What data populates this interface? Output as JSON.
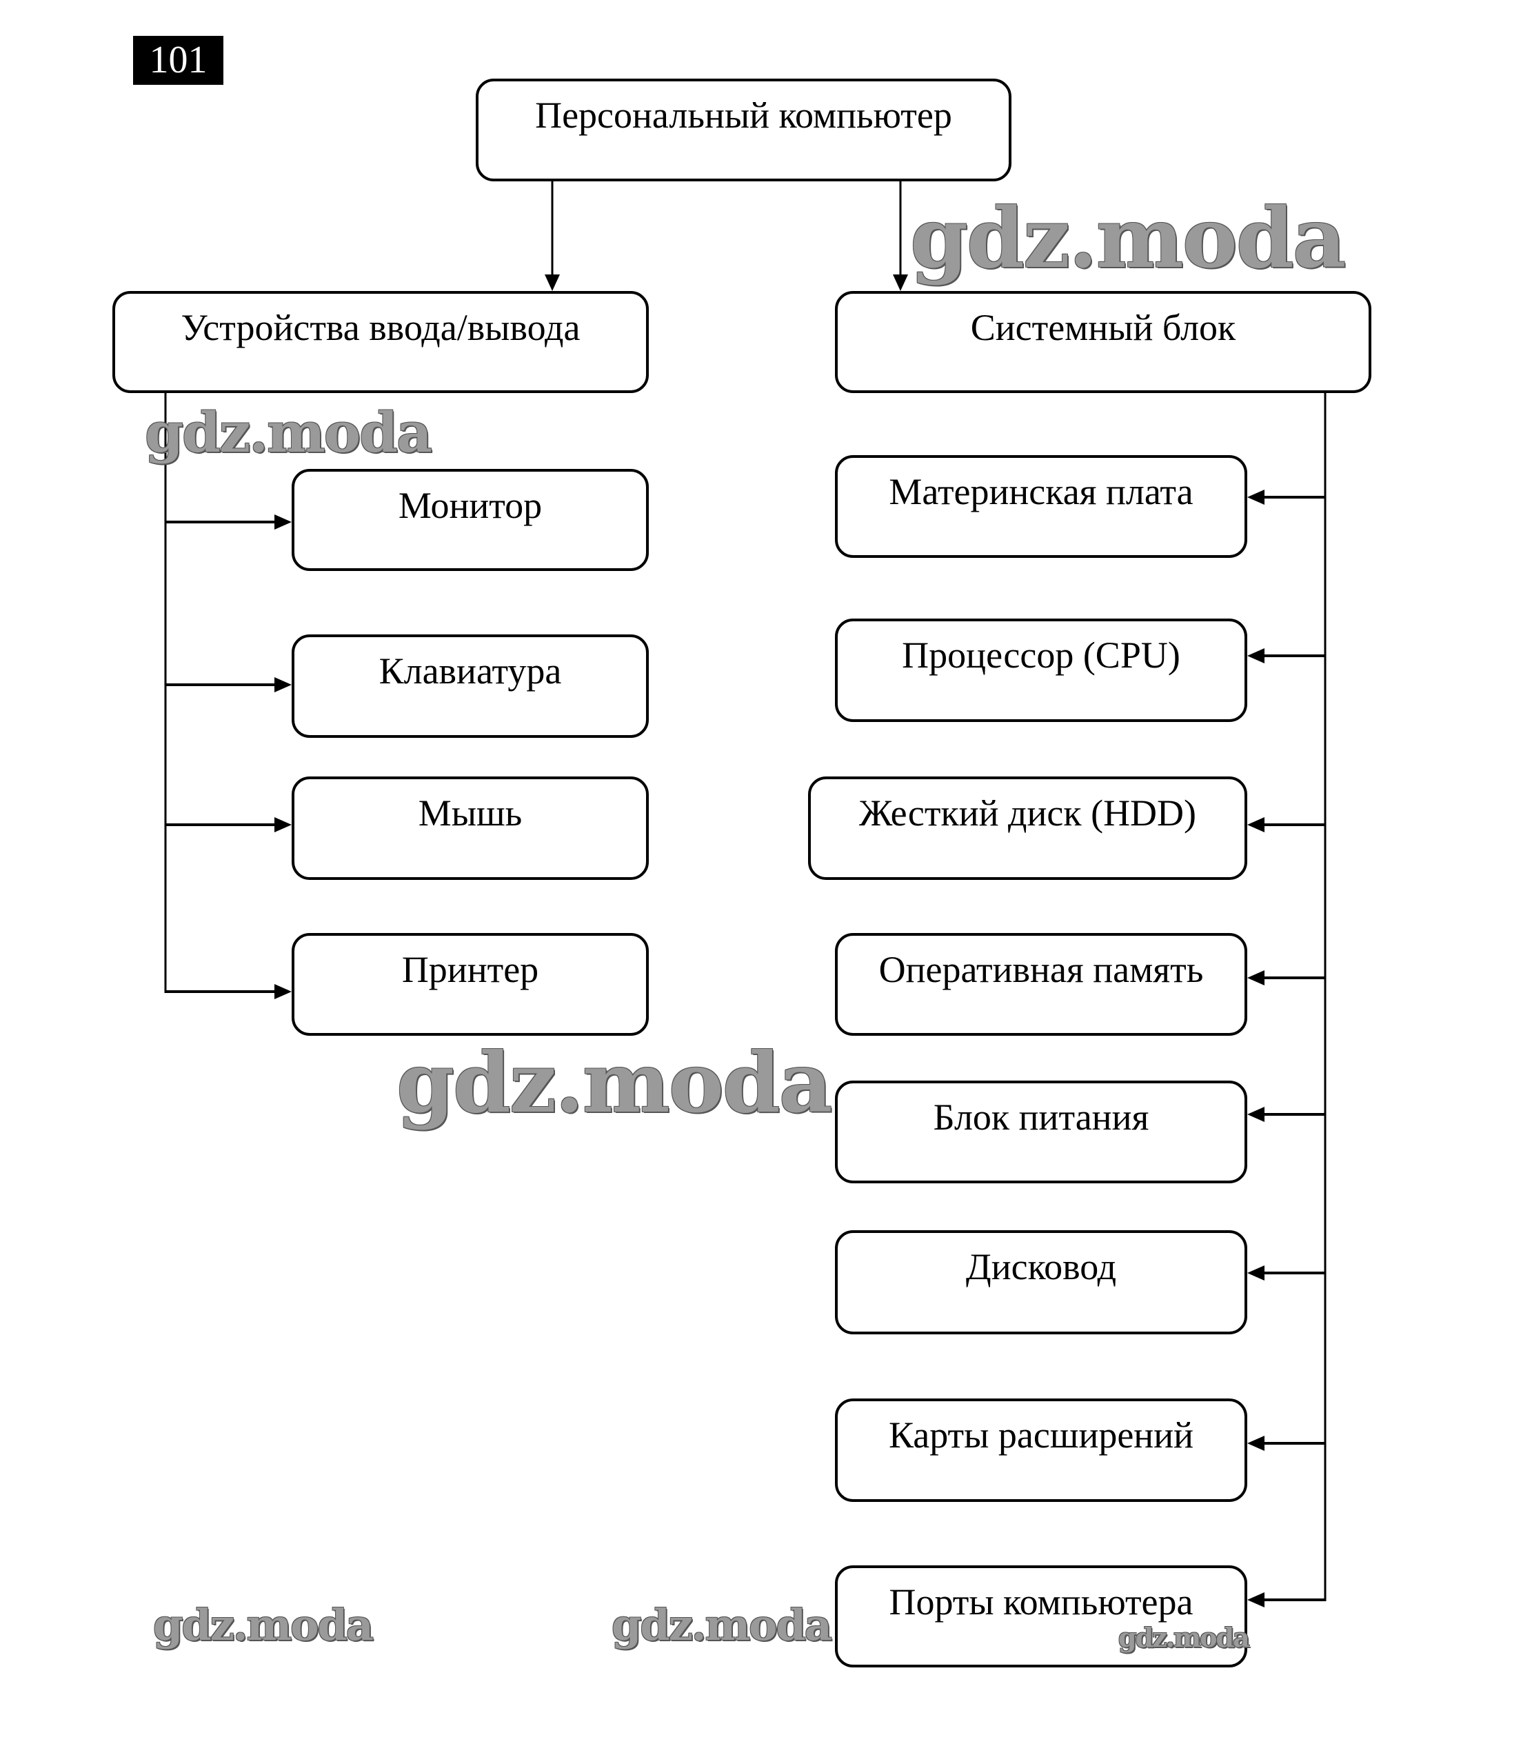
{
  "page_number": "101",
  "root": {
    "label": "Персональный компьютер"
  },
  "branches": [
    {
      "label": "Устройства ввода/вывода",
      "children": [
        "Монитор",
        "Клавиатура",
        "Мышь",
        "Принтер"
      ]
    },
    {
      "label": "Системный блок",
      "children": [
        "Материнская плата",
        "Процессор (CPU)",
        "Жесткий диск (HDD)",
        "Оперативная память",
        "Блок питания",
        "Дисковод",
        "Карты расширений",
        "Порты компьютера"
      ]
    }
  ],
  "watermark": "gdz.moda"
}
